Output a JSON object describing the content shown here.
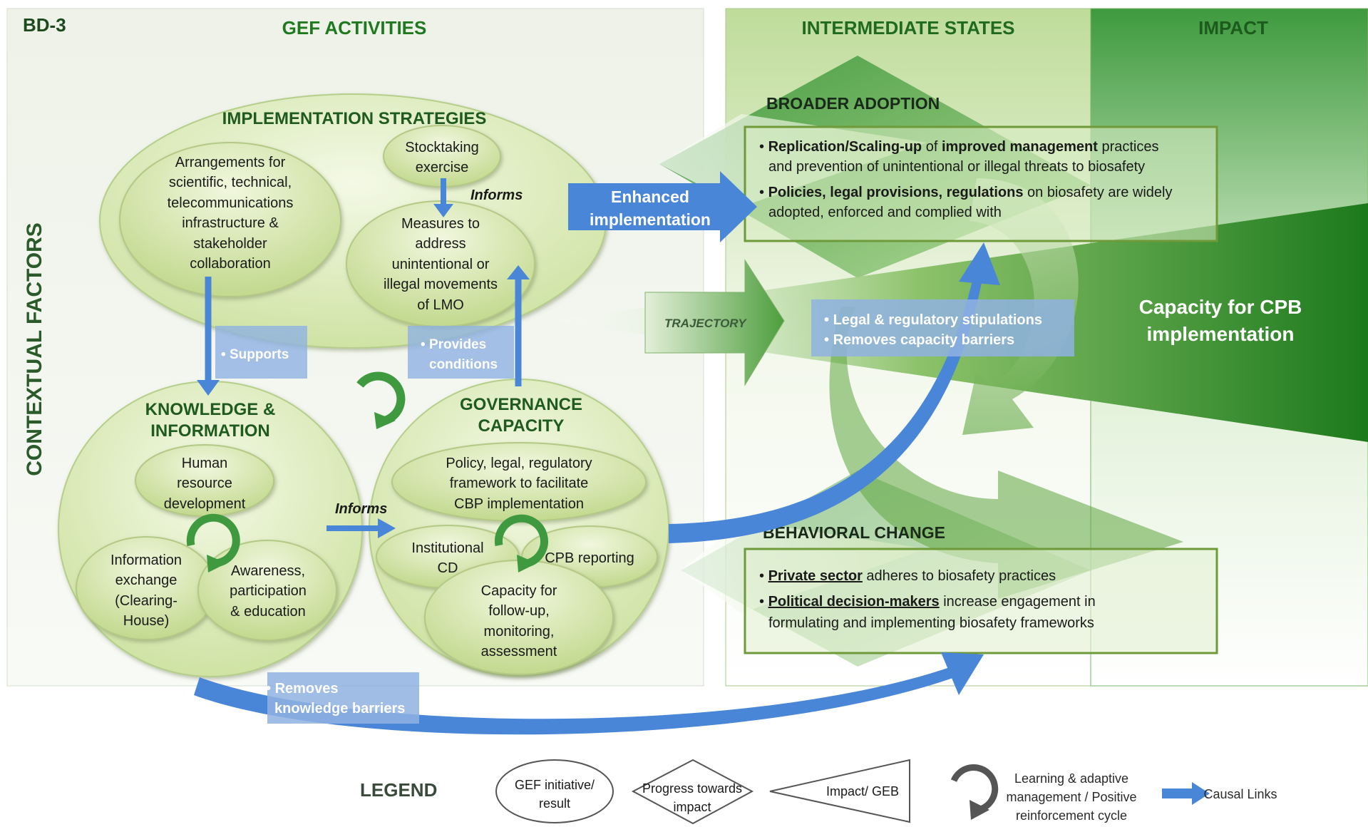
{
  "diagram_id": "BD-3",
  "headers": {
    "gef_activities": "GEF ACTIVITIES",
    "intermediate_states": "INTERMEDIATE STATES",
    "impact": "IMPACT",
    "contextual_factors": "CONTEXTUAL FACTORS"
  },
  "implementation_strategies": {
    "title": "IMPLEMENTATION STRATEGIES",
    "arrangements": [
      "Arrangements for",
      "scientific, technical,",
      "telecommunications",
      "infrastructure &",
      "stakeholder",
      "collaboration"
    ],
    "stocktaking": [
      "Stocktaking",
      "exercise"
    ],
    "informs": "Informs",
    "measures": [
      "Measures to",
      "address",
      "unintentional or",
      "illegal movements",
      "of LMO"
    ]
  },
  "knowledge": {
    "title": [
      "KNOWLEDGE &",
      "INFORMATION"
    ],
    "human_resource": [
      "Human",
      "resource",
      "development"
    ],
    "info_exchange": [
      "Information",
      "exchange",
      "(Clearing-",
      "House)"
    ],
    "awareness": [
      "Awareness,",
      "participation",
      "& education"
    ]
  },
  "governance": {
    "title": [
      "GOVERNANCE",
      "CAPACITY"
    ],
    "policy": [
      "Policy, legal, regulatory",
      "framework to facilitate",
      "CBP implementation"
    ],
    "institutional": [
      "Institutional",
      "CD"
    ],
    "cpb_reporting": "CPB reporting",
    "capacity_followup": [
      "Capacity for",
      "follow-up,",
      "monitoring,",
      "assessment"
    ]
  },
  "links": {
    "supports": "Supports",
    "provides": [
      "Provides",
      "conditions"
    ],
    "informs2": "Informs",
    "enhanced": [
      "Enhanced",
      "implementation"
    ],
    "trajectory": "TRAJECTORY",
    "legal": [
      "Legal & regulatory stipulations",
      "Removes capacity barriers"
    ],
    "removes_knowledge": [
      "Removes",
      "knowledge barriers"
    ]
  },
  "broader_adoption": {
    "title": "BROADER ADOPTION",
    "b1_bold": "Replication/Scaling-up",
    "b1_mid": " of ",
    "b1_bold2": "improved management",
    "b1_rest": " practices",
    "b1_line2": "and prevention of unintentional or illegal threats to biosafety",
    "b2_bold": "Policies, legal provisions, regulations",
    "b2_rest": " on biosafety are widely",
    "b2_line2": "adopted, enforced and complied with"
  },
  "behavioral_change": {
    "title": "BEHAVIORAL CHANGE",
    "c1_bold": "Private sector",
    "c1_rest": " adheres to biosafety practices",
    "c2_bold": "Political decision-makers",
    "c2_rest": " increase engagement in",
    "c2_line2": "formulating and implementing biosafety frameworks"
  },
  "impact_text": [
    "Capacity for CPB",
    "implementation"
  ],
  "legend": {
    "label": "LEGEND",
    "gef_initiative": [
      "GEF initiative/",
      "result"
    ],
    "progress": [
      "Progress towards",
      "impact"
    ],
    "impact_geb": "Impact/ GEB",
    "learning": [
      "Learning & adaptive",
      "management / Positive",
      "reinforcement cycle"
    ],
    "causal": "Causal Links"
  },
  "colors": {
    "header_green": "#1f7a1f",
    "arrow_blue": "#4a86d8",
    "box_border": "#6f9a3a",
    "dark_green": "#2f8a2f"
  }
}
